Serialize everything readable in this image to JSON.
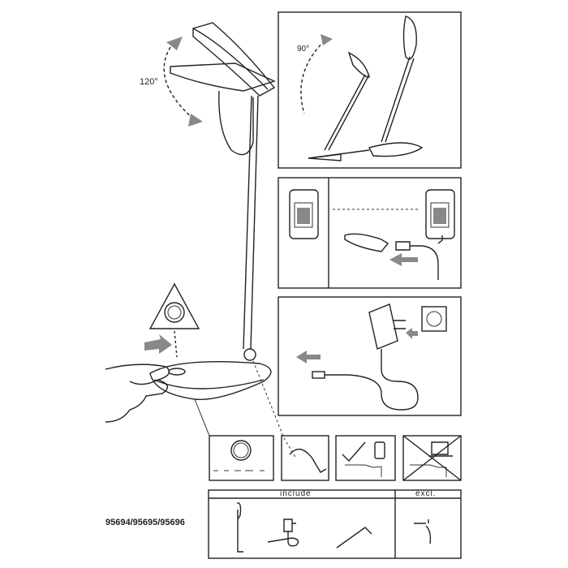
{
  "labels": {
    "tilt_angle": "120°",
    "rotate_angle": "90°",
    "include_header": "include",
    "excluded_header": "excl.",
    "model_numbers": "95694/95695/95696"
  }
}
